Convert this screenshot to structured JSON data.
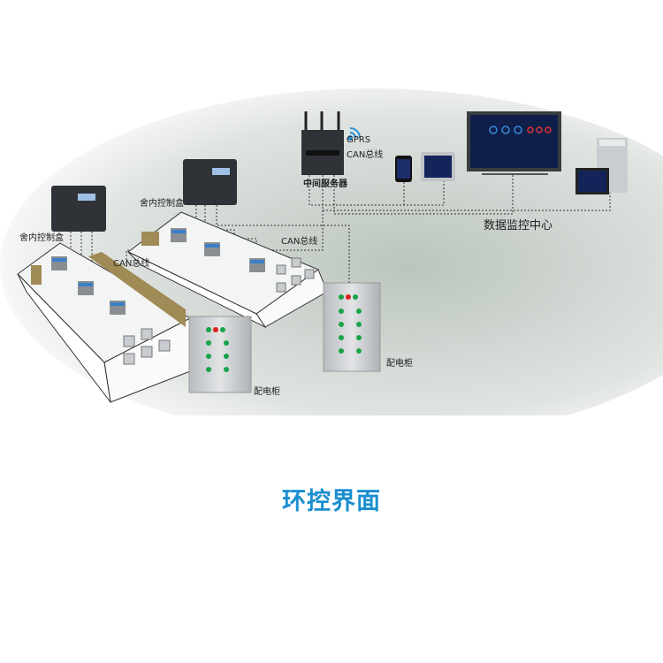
{
  "labels": {
    "gprs": "GPRS",
    "can_bus_top": "CAN总线",
    "server": "中间服务器",
    "control_box_left": "舍内控制盒",
    "control_box_mid": "舍内控制盒",
    "can_bus_right_house": "CAN总线",
    "can_bus_left_house": "CAN总线",
    "monitor_center": "数据监控中心",
    "cabinet_right": "配电柜",
    "cabinet_left": "配电柜"
  },
  "title": "环控界面",
  "colors": {
    "title": "#1a8fd0",
    "device": "#2f3236",
    "screen": "#0f1f4a",
    "cabinet": "#c9ccd0",
    "wood": "#a08a55"
  }
}
